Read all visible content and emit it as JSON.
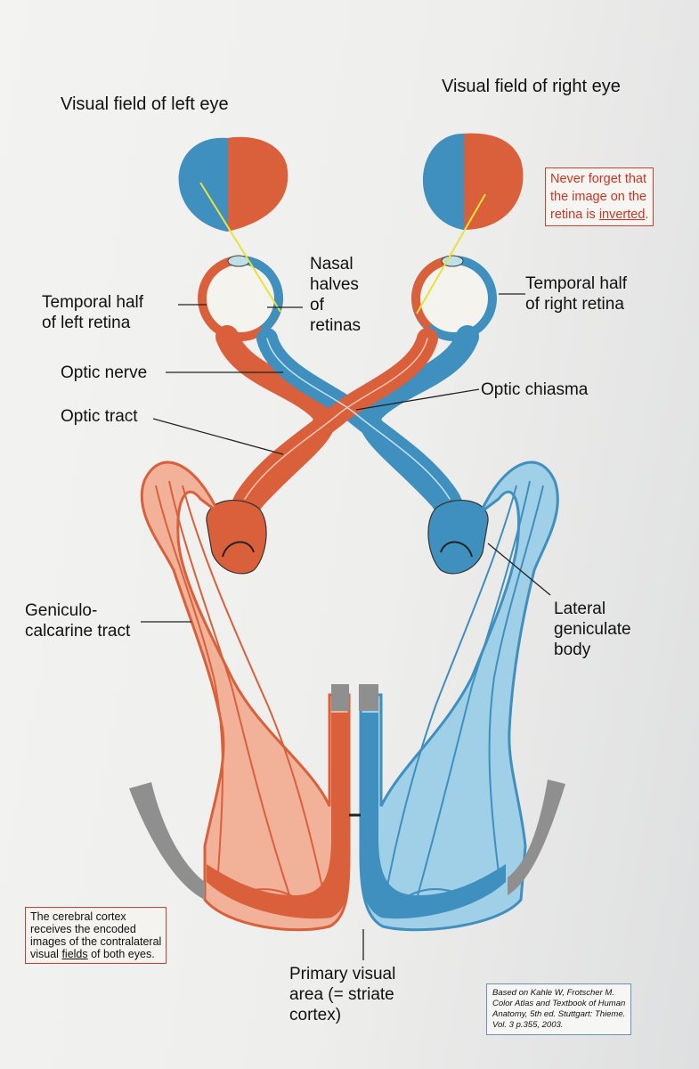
{
  "titles": {
    "left_eye_field": "Visual field of left eye",
    "right_eye_field": "Visual field of right eye"
  },
  "labels": {
    "temporal_left": "Temporal half\nof left retina",
    "nasal_halves": "Nasal\nhalves\nof\nretinas",
    "temporal_right": "Temporal half\nof right retina",
    "optic_nerve": "Optic nerve",
    "optic_chiasma": "Optic chiasma",
    "optic_tract": "Optic tract",
    "geniculo": "Geniculo-\ncalcarine tract",
    "lateral_geniculate": "Lateral\ngeniculate\nbody",
    "primary_visual": "Primary visual\narea (= striate\ncortex)"
  },
  "notes": {
    "inverted_pre": "Never forget that\nthe image on the\nretina is ",
    "inverted_word": "inverted",
    "inverted_post": ".",
    "cortex_pre": "The cerebral cortex\nreceives the encoded\nimages of the contralateral\nvisual ",
    "cortex_word": "fields",
    "cortex_post": " of both eyes.",
    "citation": "Based on Kahle W, Frotscher M.\nColor Atlas and Textbook of Human\nAnatomy, 5th ed. Stuttgart: Thieme.\nVol. 3 p.355, 2003."
  },
  "colors": {
    "red": "#d9603a",
    "blue": "#3f8fbf",
    "light_red": "#f2b29a",
    "light_blue": "#9fd0e8",
    "gray": "#8f8f8f",
    "ray": "#e8e23a"
  }
}
